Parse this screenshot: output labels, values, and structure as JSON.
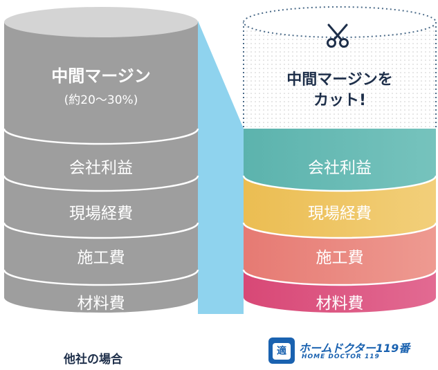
{
  "left": {
    "caption": "他社の場合",
    "top_label": "中間マージン",
    "top_sub": "(約20〜30%)",
    "layers": [
      "会社利益",
      "現場経費",
      "施工費",
      "材料費"
    ]
  },
  "right": {
    "top_line1": "中間マージンを",
    "top_line2": "カット!",
    "layers": [
      "会社利益",
      "現場経費",
      "施工費",
      "材料費"
    ]
  },
  "logo": {
    "name": "ホームドクター119番",
    "sub": "HOME DOCTOR 119",
    "badge_glyph": "適"
  },
  "icons": {
    "cut": "scissors-icon"
  },
  "colors": {
    "gray_body": "#9e9e9e",
    "gray_top": "#d2d2d2",
    "teal": "#5cb3ad",
    "yellow": "#ecc25e",
    "salmon": "#e8837c",
    "pink": "#d9507b",
    "connector": "#8fd3ee",
    "text_dark": "#1e2f4a",
    "brand_blue": "#1a62b0"
  }
}
